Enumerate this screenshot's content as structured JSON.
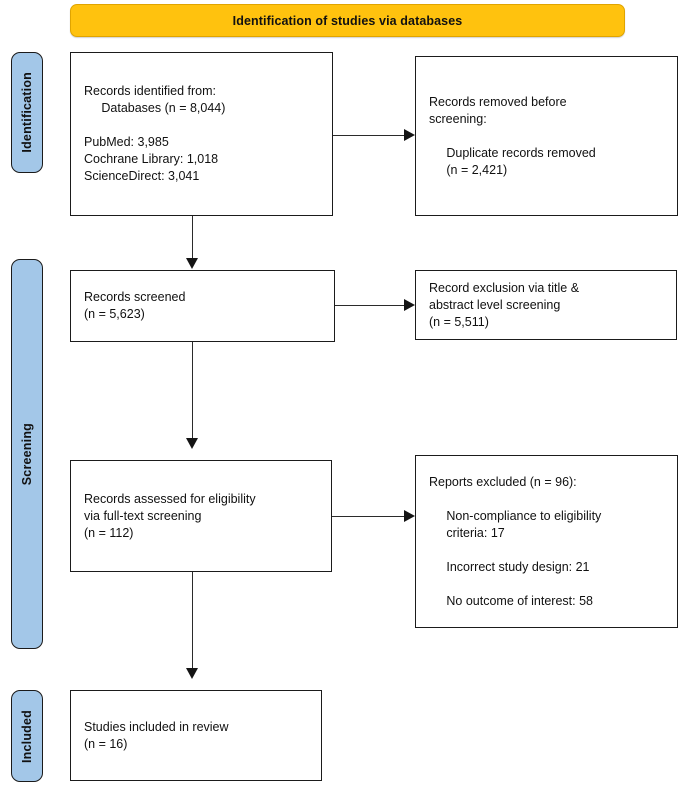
{
  "diagram": {
    "type": "prisma-flow-diagram",
    "title": "Identification of studies via databases"
  },
  "banner": {
    "label": "Identification of studies via databases",
    "color": "#FFC20E"
  },
  "stages": {
    "color": "#A3C7E8",
    "identification": "Identification",
    "screening": "Screening",
    "included": "Included"
  },
  "boxes": {
    "identified": {
      "text": "Records identified from:\n     Databases (n = 8,044)\n\nPubMed: 3,985\nCochrane Library: 1,018\nScienceDirect: 3,041"
    },
    "removed": {
      "text": "Records removed before\nscreening:\n\n     Duplicate records removed\n     (n = 2,421)"
    },
    "screened": {
      "text": "Records screened\n(n = 5,623)"
    },
    "excluded_screening": {
      "text": "Record exclusion via title &\nabstract level screening\n(n = 5,511)"
    },
    "eligibility": {
      "text": "Records assessed for eligibility\nvia full-text screening\n(n = 112)"
    },
    "reports_excluded": {
      "text": "Reports excluded (n = 96):\n\n     Non-compliance to eligibility\n     criteria: 17\n\n     Incorrect study design: 21\n\n     No outcome of interest: 58"
    },
    "included": {
      "text": "Studies included in review\n(n = 16)"
    }
  },
  "counts": {
    "records_identified_total": 8044,
    "pubmed": 3985,
    "cochrane_library": 1018,
    "sciencedirect": 3041,
    "duplicates_removed": 2421,
    "records_screened": 5623,
    "records_excluded_title_abstract": 5511,
    "records_assessed_full_text": 112,
    "reports_excluded_total": 96,
    "excluded_non_compliance": 17,
    "excluded_incorrect_design": 21,
    "excluded_no_outcome": 58,
    "studies_included": 16
  }
}
